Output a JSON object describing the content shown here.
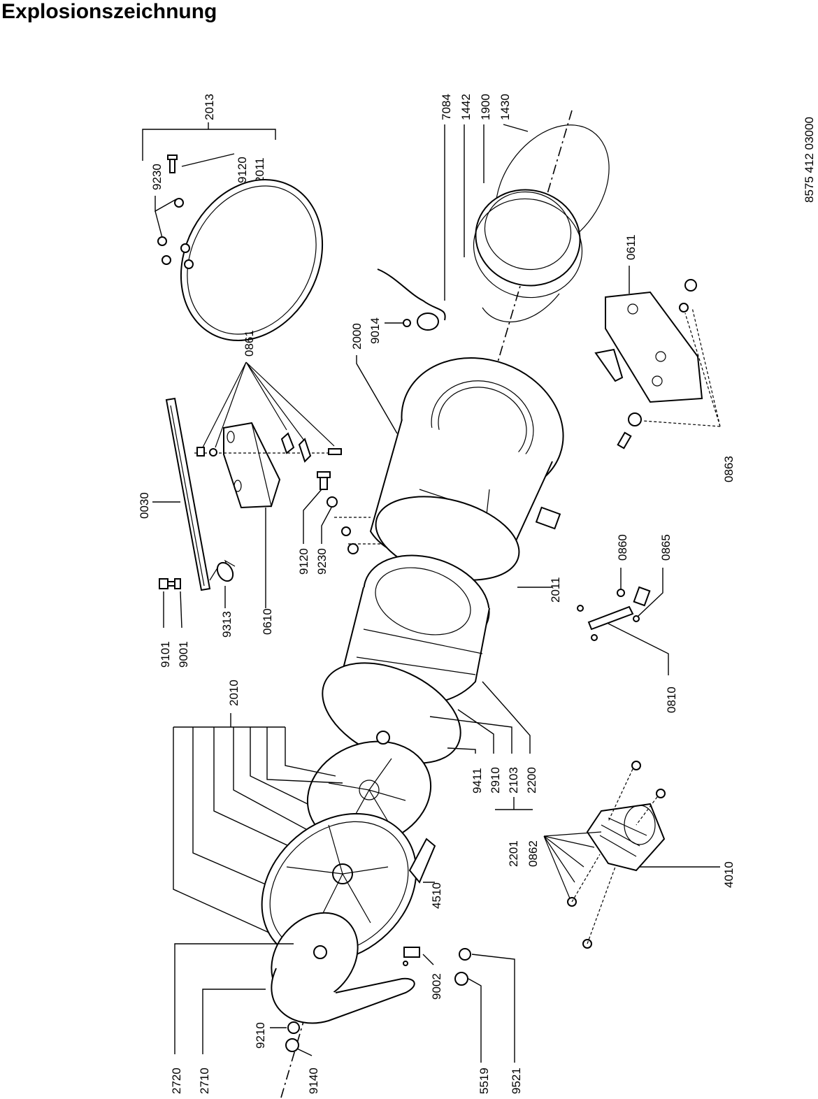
{
  "title": "Explosionszeichnung",
  "document_number": "8575 412 03000",
  "part_labels": {
    "p2013": "2013",
    "p9230a": "9230",
    "p9120a": "9120",
    "p2011a": "2011",
    "p0861": "0861",
    "p0030": "0030",
    "p9120b": "9120",
    "p9230b": "9230",
    "p9101": "9101",
    "p9001": "9001",
    "p9313": "9313",
    "p0610": "0610",
    "p9014": "9014",
    "p2000": "2000",
    "p7084": "7084",
    "p1442": "1442",
    "p1900": "1900",
    "p1430": "1430",
    "p0611": "0611",
    "p0863": "0863",
    "p0860": "0860",
    "p0865": "0865",
    "p0810": "0810",
    "p2011b": "2011",
    "p2010": "2010",
    "p9411": "9411",
    "p2910": "2910",
    "p2103": "2103",
    "p2200": "2200",
    "p2201": "2201",
    "p0862": "0862",
    "p4010": "4010",
    "p4510": "4510",
    "p9002": "9002",
    "p2720": "2720",
    "p2710": "2710",
    "p9210": "9210",
    "p9140": "9140",
    "p5519": "5519",
    "p9521": "9521"
  }
}
